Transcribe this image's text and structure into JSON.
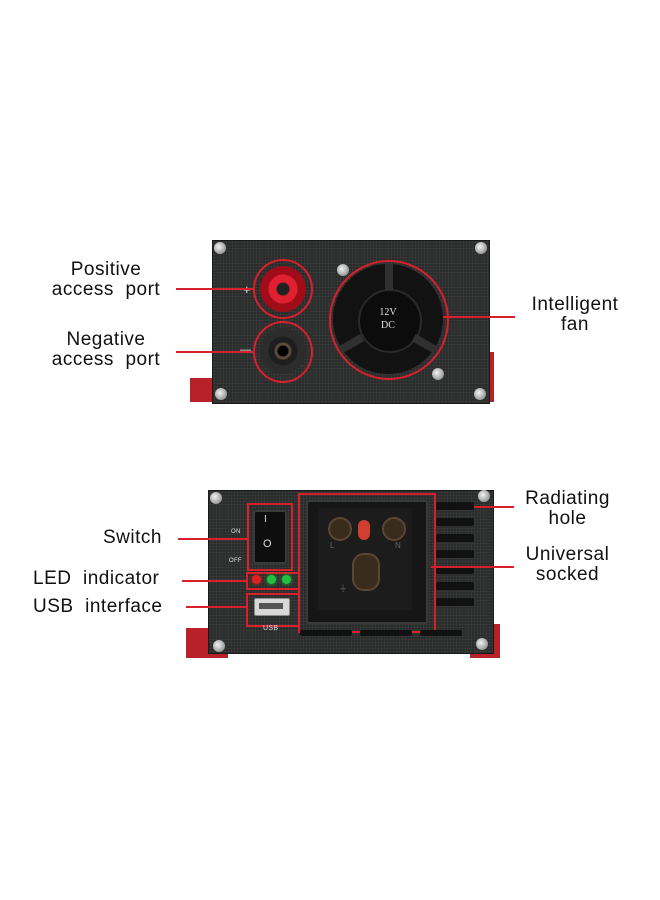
{
  "top_view": {
    "labels": {
      "positive": [
        "Positive",
        "access  port"
      ],
      "negative": [
        "Negative",
        "access  port"
      ],
      "fan": [
        "Intelligent",
        "fan"
      ]
    },
    "fan_text": [
      "12V",
      "DC"
    ],
    "plus_symbol": "+",
    "minus_symbol": "—",
    "colors": {
      "positive_terminal": "#c8101e",
      "negative_terminal": "#1b1b1b",
      "callout": "#d8202c"
    }
  },
  "bottom_view": {
    "labels": {
      "switch": "Switch",
      "led": "LED  indicator",
      "usb": "USB  interface",
      "radiating": [
        "Radiating",
        "hole"
      ],
      "socket": [
        "Universal",
        "socked"
      ]
    },
    "switch_on": "ON",
    "switch_off": "OFF",
    "switch_marks": [
      "I",
      "O"
    ],
    "usb_mark": "USB",
    "socket_marks": [
      "L",
      "N",
      "⏚"
    ],
    "leds": [
      {
        "color": "#e02020",
        "state": "red"
      },
      {
        "color": "#20c040",
        "state": "green"
      },
      {
        "color": "#20c040",
        "state": "green"
      }
    ]
  }
}
